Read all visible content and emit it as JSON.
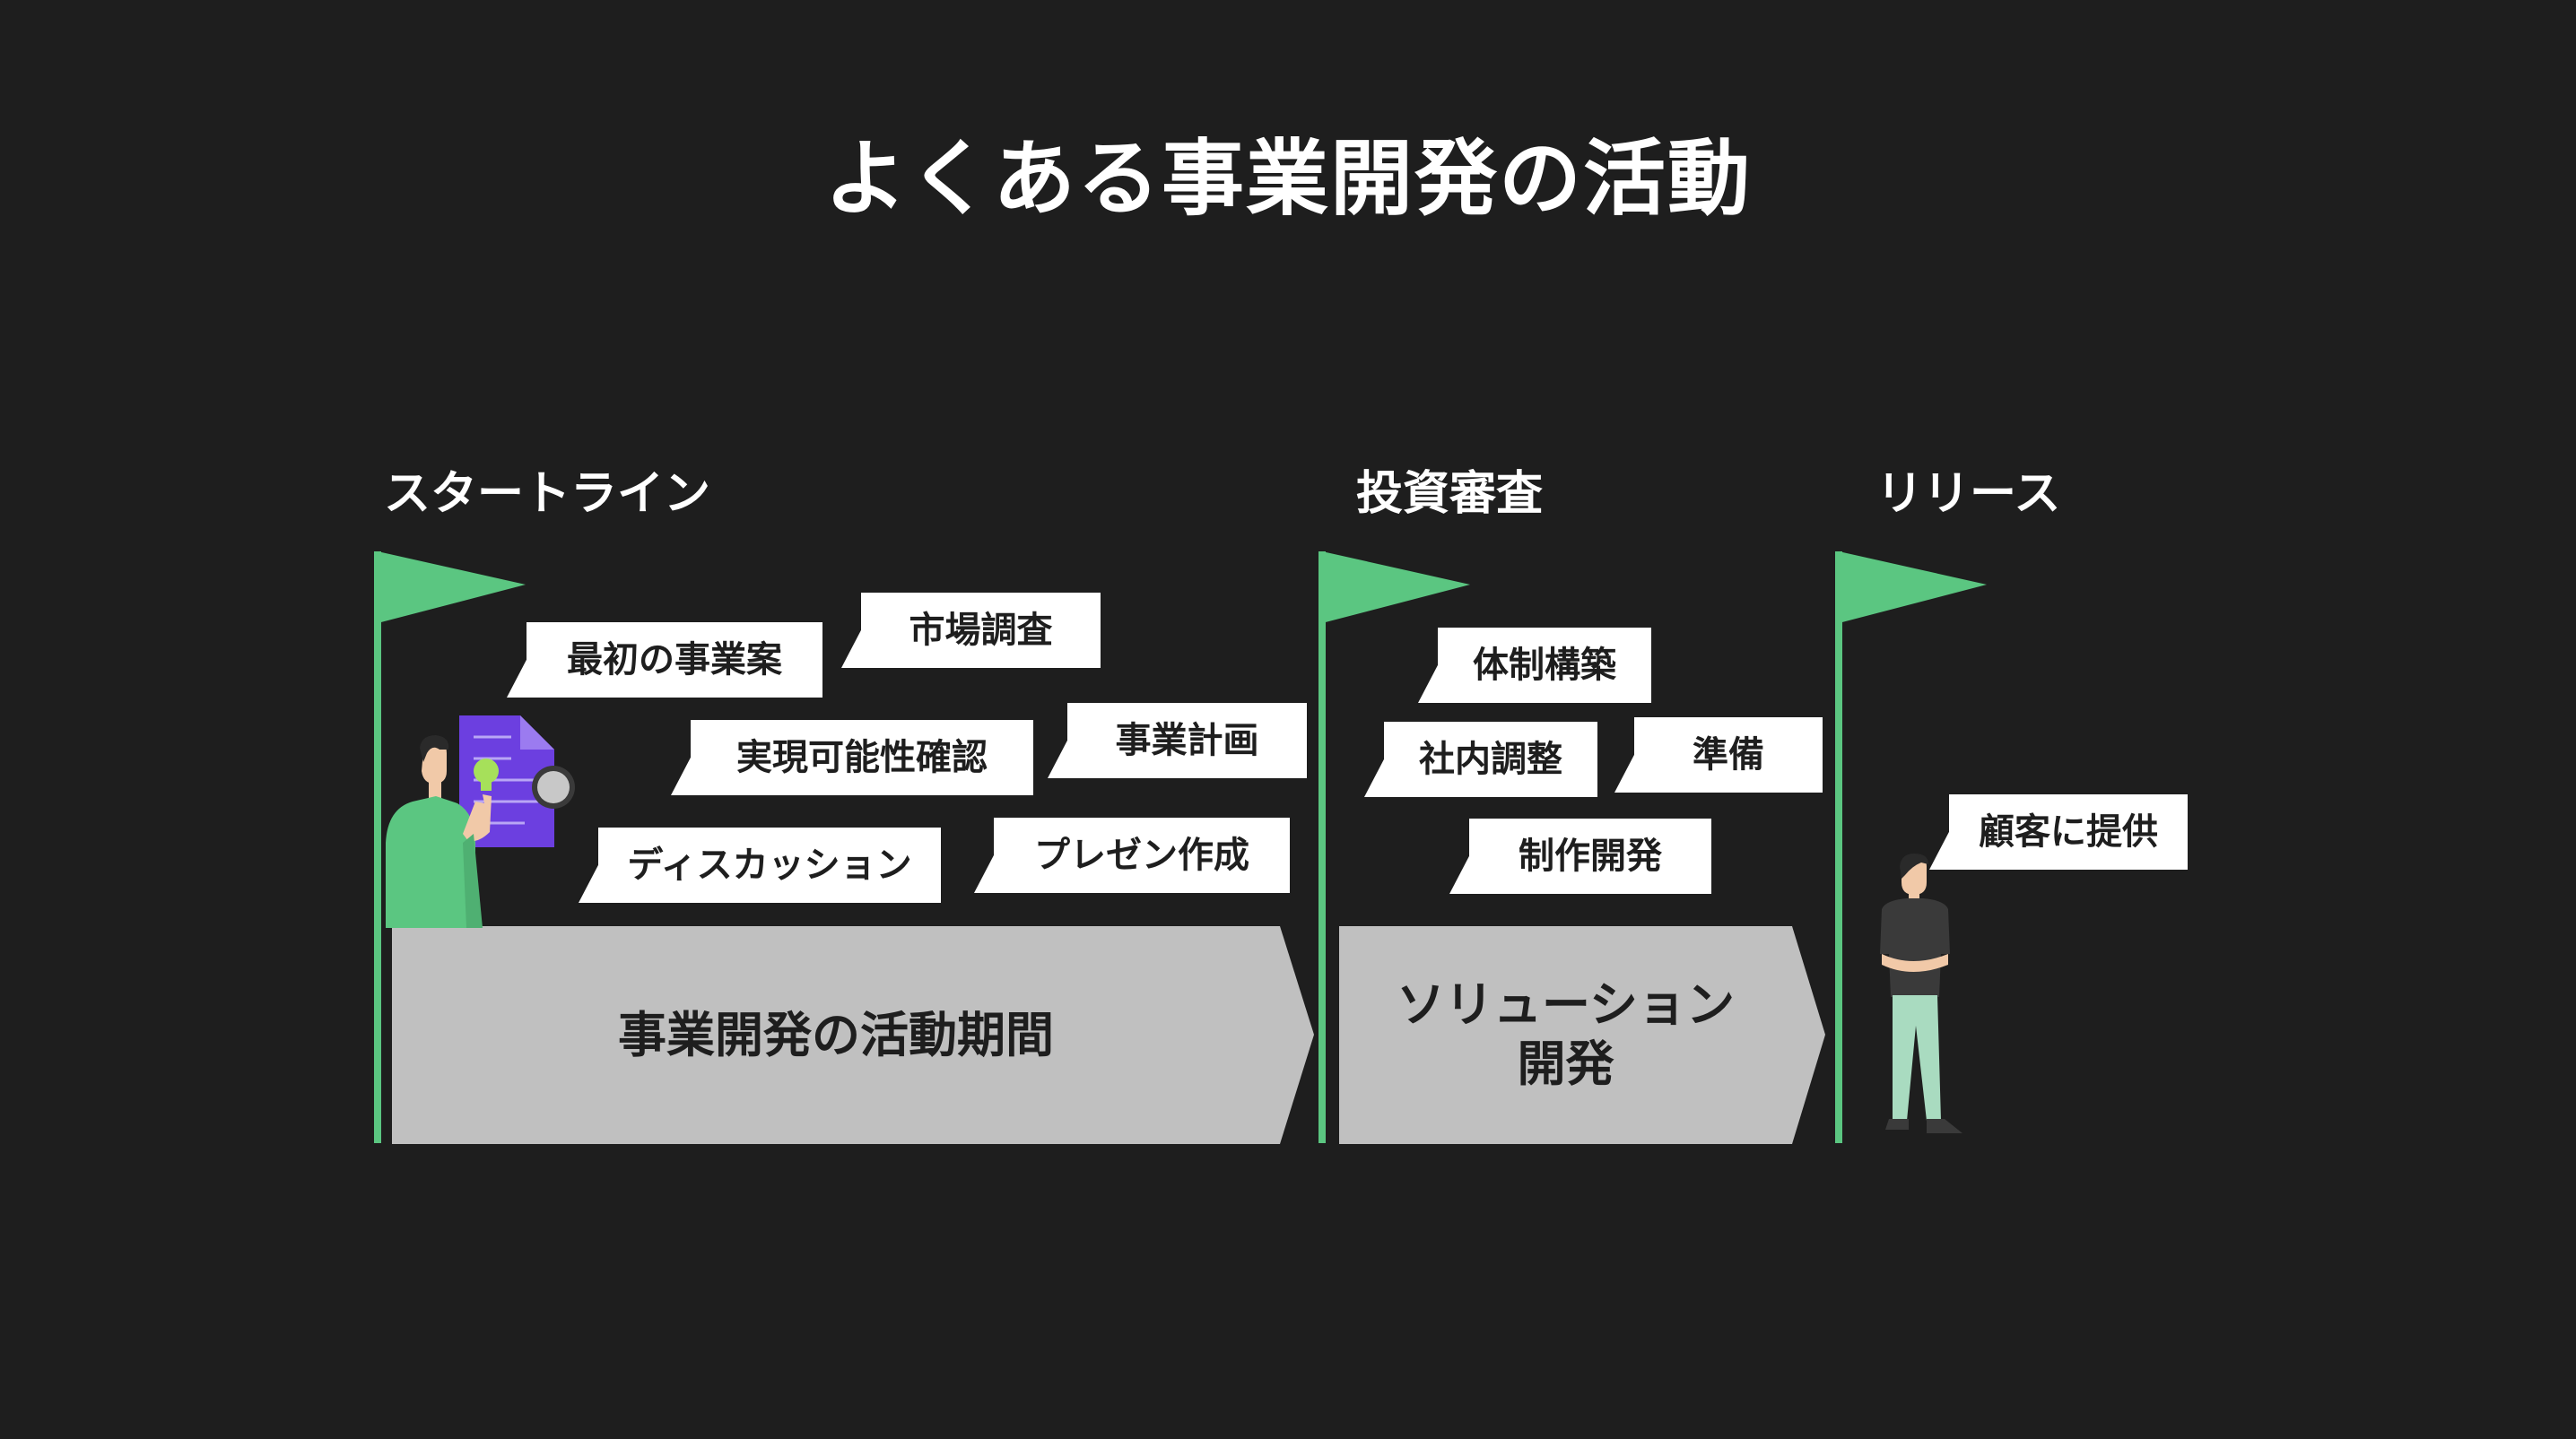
{
  "title": "よくある事業開発の活動",
  "milestones": {
    "start": "スタートライン",
    "investment": "投資審査",
    "release": "リリース"
  },
  "bubbles": {
    "first_idea": "最初の事業案",
    "market_research": "市場調査",
    "feasibility": "実現可能性確認",
    "business_plan": "事業計画",
    "discussion": "ディスカッション",
    "presentation": "プレゼン作成",
    "organization": "体制構築",
    "internal_coordination": "社内調整",
    "preparation": "準備",
    "production": "制作開発",
    "customer_delivery": "顧客に提供"
  },
  "bands": {
    "activity_period": "事業開発の活動期間",
    "solution_development": "ソリューション\n開発"
  },
  "colors": {
    "background": "#1e1e1e",
    "flag_green": "#5bc681",
    "band_gray": "#c0c0c0",
    "bubble_white": "#ffffff",
    "document_purple": "#6c3fe0",
    "bulb_lime": "#a6e05a",
    "pants_mint": "#a9dbc0",
    "shirt_dark": "#3a3a3a"
  },
  "icons": {
    "flag": "flag-icon",
    "person_with_document": "person-with-document-illustration",
    "person_standing": "person-standing-illustration"
  }
}
